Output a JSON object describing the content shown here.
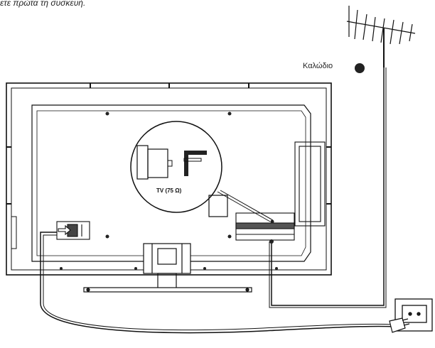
{
  "caption": "ετε πρώτα τη συσκευή.",
  "cable_label": "Καλώδιο",
  "port_label": "TV (75 Ω)",
  "icons": [
    "antenna-icon",
    "tv-back-panel",
    "wall-socket-icon",
    "power-plug-icon",
    "power-adapter-icon"
  ]
}
